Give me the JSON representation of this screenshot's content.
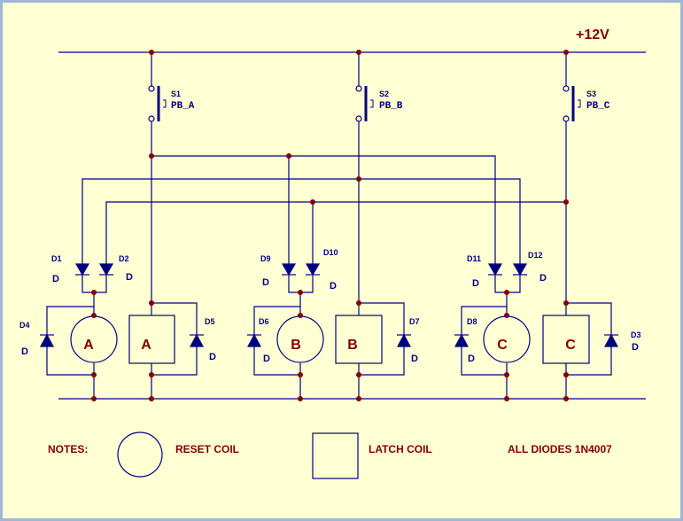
{
  "supply": {
    "label": "+12V"
  },
  "switches": [
    {
      "ref": "S1",
      "name": "PB_A"
    },
    {
      "ref": "S2",
      "name": "PB_B"
    },
    {
      "ref": "S3",
      "name": "PB_C"
    }
  ],
  "diodes": [
    {
      "ref": "D1",
      "type": "D"
    },
    {
      "ref": "D2",
      "type": "D"
    },
    {
      "ref": "D4",
      "type": "D"
    },
    {
      "ref": "D5",
      "type": "D"
    },
    {
      "ref": "D9",
      "type": "D"
    },
    {
      "ref": "D10",
      "type": "D"
    },
    {
      "ref": "D6",
      "type": "D"
    },
    {
      "ref": "D7",
      "type": "D"
    },
    {
      "ref": "D11",
      "type": "D"
    },
    {
      "ref": "D12",
      "type": "D"
    },
    {
      "ref": "D8",
      "type": "D"
    },
    {
      "ref": "D3",
      "type": "D"
    }
  ],
  "coils": [
    {
      "kind": "reset",
      "label": "A"
    },
    {
      "kind": "latch",
      "label": "A"
    },
    {
      "kind": "reset",
      "label": "B"
    },
    {
      "kind": "latch",
      "label": "B"
    },
    {
      "kind": "reset",
      "label": "C"
    },
    {
      "kind": "latch",
      "label": "C"
    }
  ],
  "notes": {
    "title": "NOTES:",
    "reset": "RESET COIL",
    "latch": "LATCH COIL",
    "diodes": "ALL DIODES 1N4007"
  },
  "colors": {
    "wire": "#000080",
    "node": "#800000",
    "label": "#800000",
    "ref": "#000080",
    "background": "#ffffd4"
  }
}
